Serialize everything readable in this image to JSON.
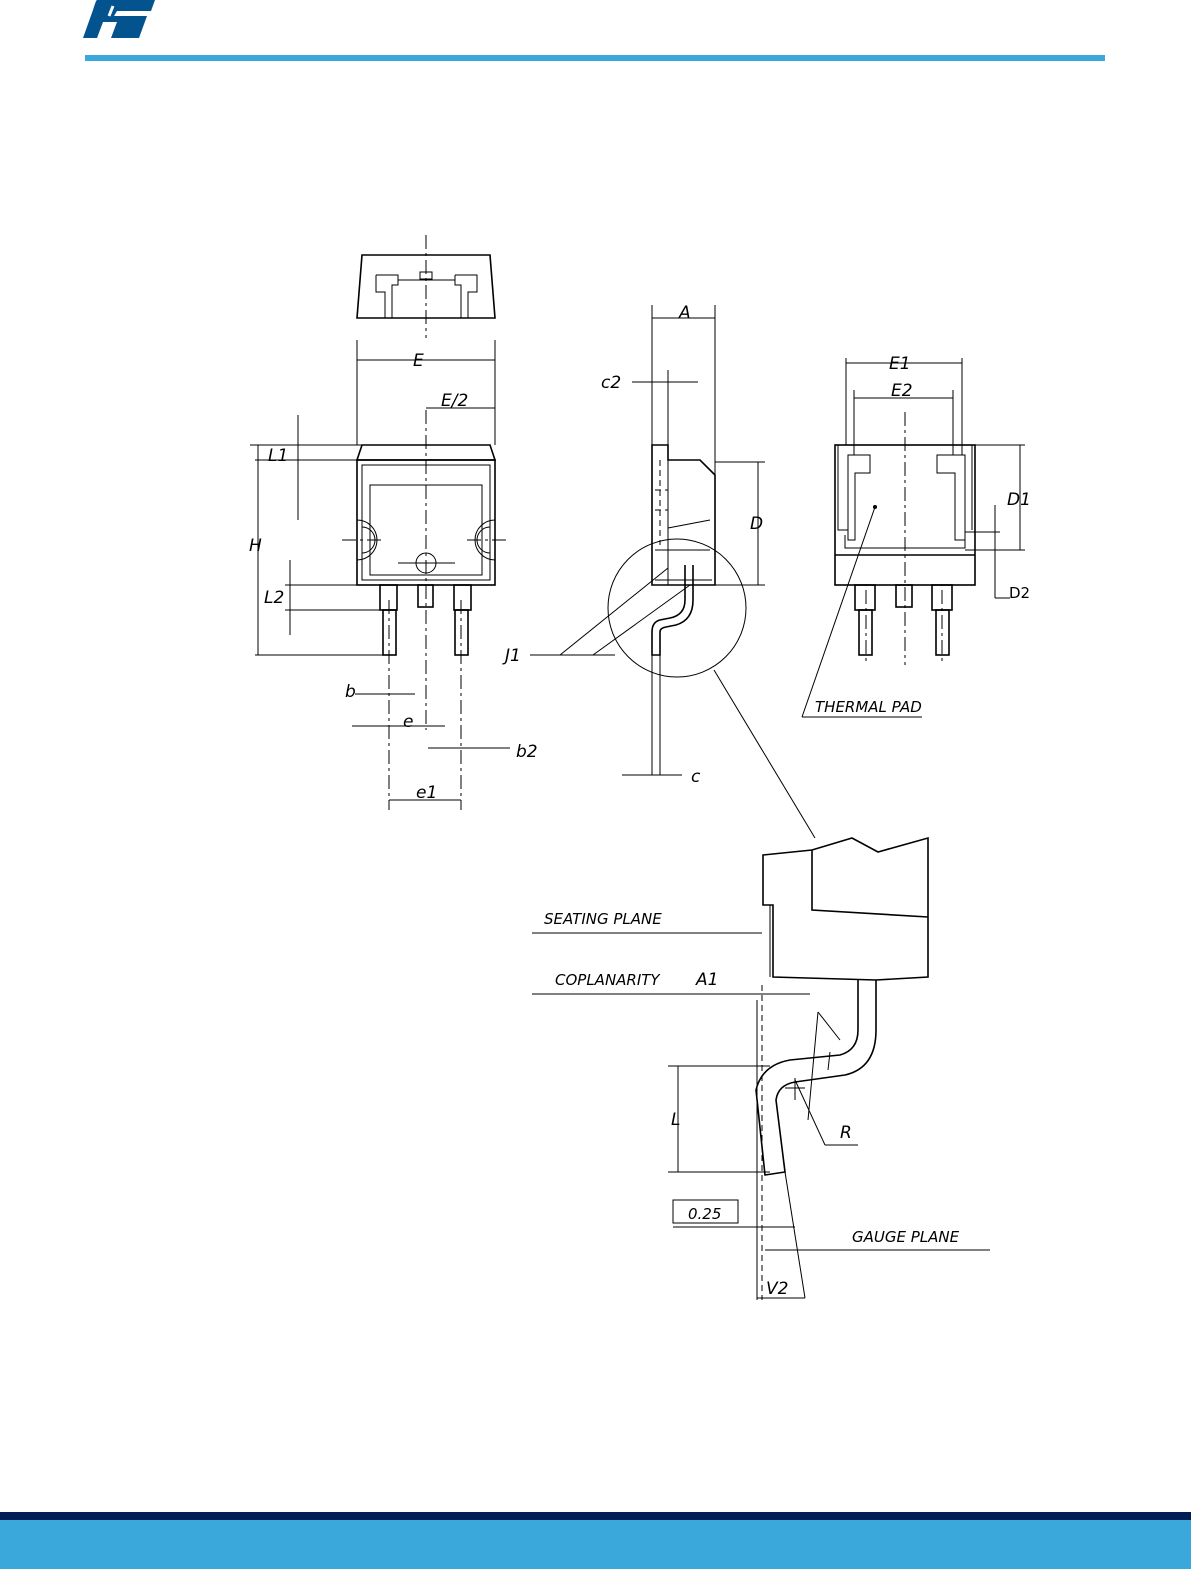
{
  "header": {
    "logo_text": "ST",
    "accent_color": "#3aa8db",
    "logo_color": "#03538f"
  },
  "footer": {
    "dark_color": "#001f55",
    "light_color": "#3aa8db"
  },
  "drawing": {
    "front_view": {
      "E": "E",
      "E_half": "E/2",
      "L1": "L1",
      "H": "H",
      "L2": "L2",
      "b": "b",
      "e": "e",
      "b2": "b2",
      "e1": "e1"
    },
    "side_view": {
      "A": "A",
      "c2": "c2",
      "D": "D",
      "J1": "J1",
      "c": "c"
    },
    "back_view": {
      "E1": "E1",
      "E2": "E2",
      "D1": "D1",
      "D2": "D2",
      "thermal_pad": "THERMAL  PAD"
    },
    "detail": {
      "seating_plane": "SEATING  PLANE",
      "coplanarity": "COPLANARITY",
      "A1": "A1",
      "L": "L",
      "R": "R",
      "gauge_value": "0.25",
      "gauge_plane": "GAUGE  PLANE",
      "V2": "V2"
    }
  }
}
